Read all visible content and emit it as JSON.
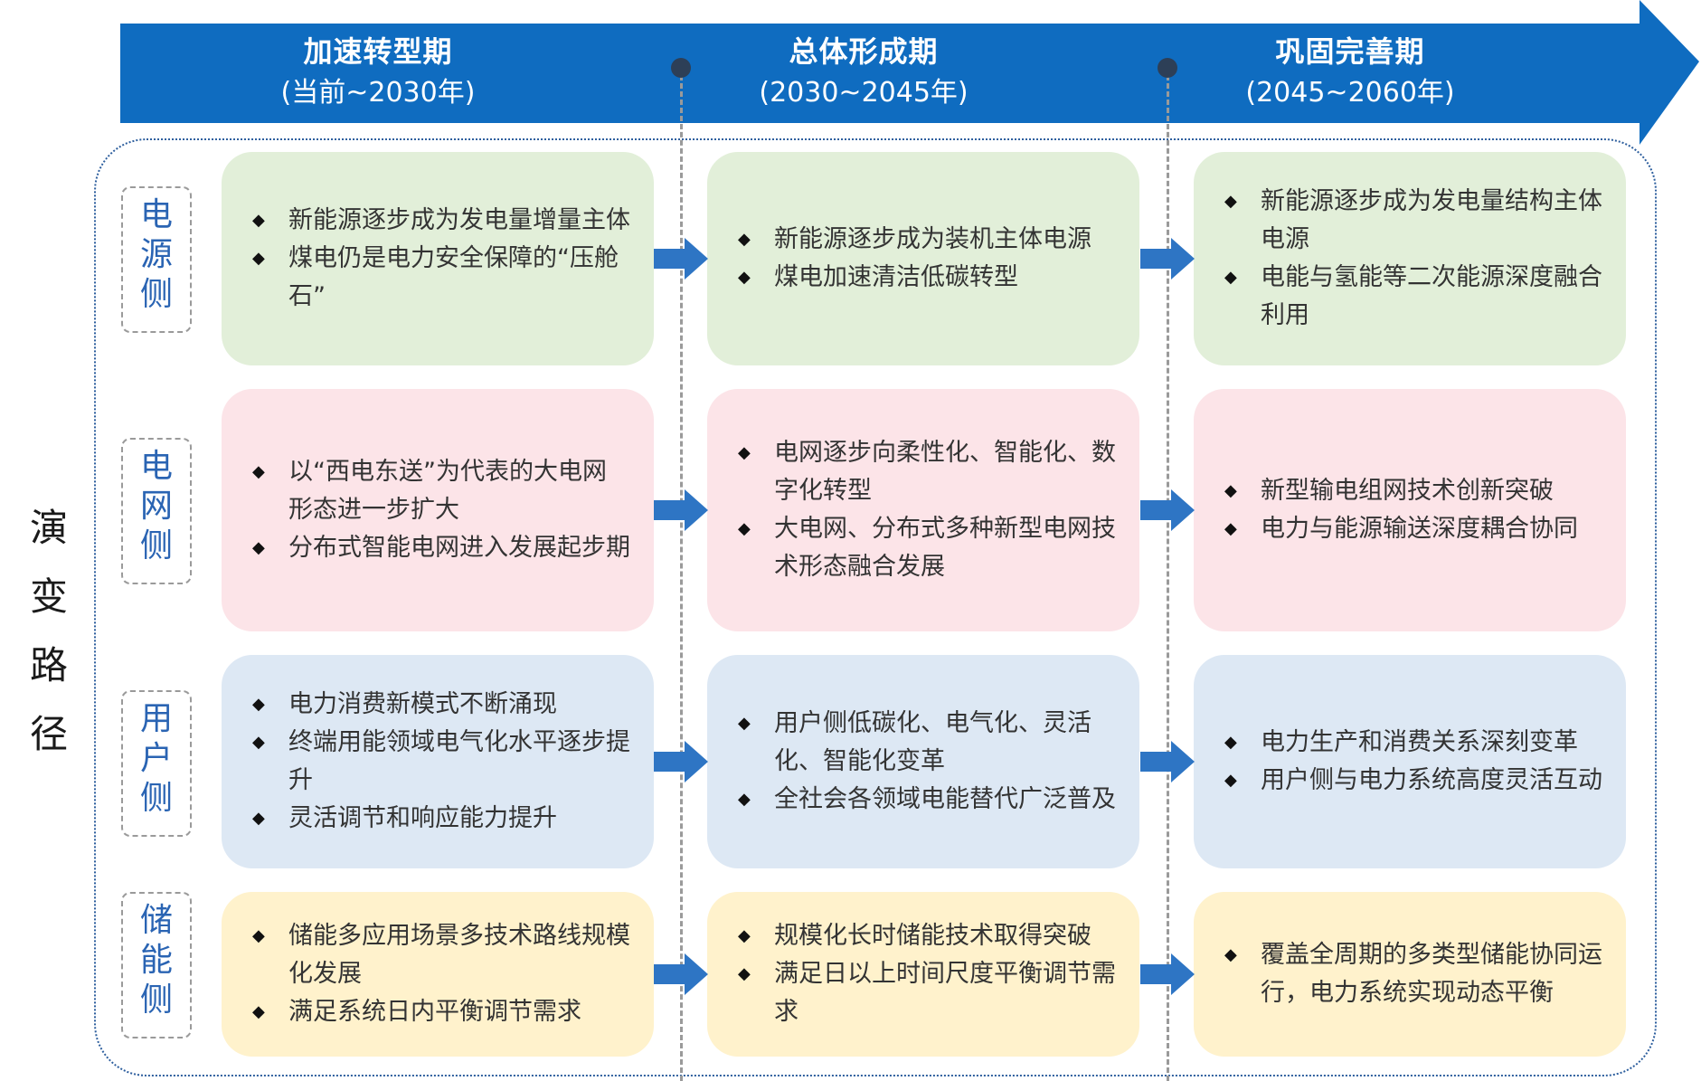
{
  "colors": {
    "banner": "#0f6cc0",
    "power_source": "#e2efd9",
    "grid": "#fce4e8",
    "user": "#dde8f4",
    "storage": "#fff2cc",
    "arrow": "#2e75c4",
    "row_label_text": "#2a64b3"
  },
  "phases": [
    {
      "name": "加速转型期",
      "years": "(当前~2030年)"
    },
    {
      "name": "总体形成期",
      "years": "(2030~2045年)"
    },
    {
      "name": "巩固完善期",
      "years": "(2045~2060年)"
    }
  ],
  "side_title": [
    "演",
    "变",
    "路",
    "径"
  ],
  "rows": [
    {
      "label": [
        "电",
        "源",
        "侧"
      ],
      "cells": [
        [
          "新能源逐步成为发电量增量主体",
          "煤电仍是电力安全保障的“压舱石”"
        ],
        [
          "新能源逐步成为装机主体电源",
          "煤电加速清洁低碳转型"
        ],
        [
          "新能源逐步成为发电量结构主体电源",
          "电能与氢能等二次能源深度融合利用"
        ]
      ]
    },
    {
      "label": [
        "电",
        "网",
        "侧"
      ],
      "cells": [
        [
          "以“西电东送”为代表的大电网形态进一步扩大",
          "分布式智能电网进入发展起步期"
        ],
        [
          "电网逐步向柔性化、智能化、数字化转型",
          "大电网、分布式多种新型电网技术形态融合发展"
        ],
        [
          "新型输电组网技术创新突破",
          "电力与能源输送深度耦合协同"
        ]
      ]
    },
    {
      "label": [
        "用",
        "户",
        "侧"
      ],
      "cells": [
        [
          "电力消费新模式不断涌现",
          "终端用能领域电气化水平逐步提升",
          "灵活调节和响应能力提升"
        ],
        [
          "用户侧低碳化、电气化、灵活化、智能化变革",
          "全社会各领域电能替代广泛普及"
        ],
        [
          "电力生产和消费关系深刻变革",
          "用户侧与电力系统高度灵活互动"
        ]
      ]
    },
    {
      "label": [
        "储",
        "能",
        "侧"
      ],
      "cells": [
        [
          "储能多应用场景多技术路线规模化发展",
          "满足系统日内平衡调节需求"
        ],
        [
          "规模化长时储能技术取得突破",
          "满足日以上时间尺度平衡调节需求"
        ],
        [
          "覆盖全周期的多类型储能协同运行，电力系统实现动态平衡"
        ]
      ]
    }
  ]
}
